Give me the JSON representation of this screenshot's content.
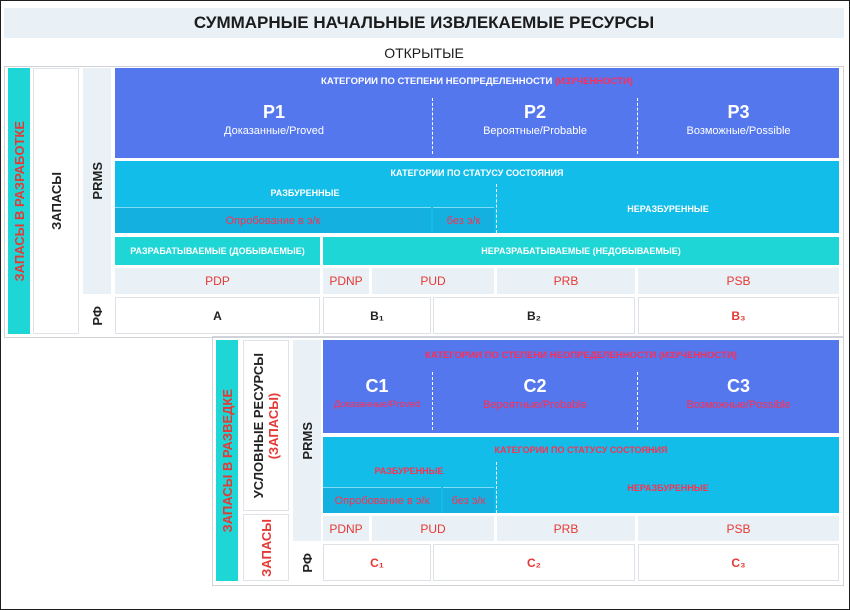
{
  "title": "СУММАРНЫЕ НАЧАЛЬНЫЕ ИЗВЛЕКАЕМЫЕ РЕСУРСЫ",
  "subtitle": "ОТКРЫТЫЕ",
  "colors": {
    "blue": "#5577ee",
    "cyan": "#12bde9",
    "teal": "#1fd6d6",
    "light": "#e9f1f6",
    "red": "#e53935"
  },
  "top": {
    "side_label": "ЗАПАСЫ В РАЗРАБОТКЕ",
    "zapasy": "ЗАПАСЫ",
    "prms": "PRMS",
    "rf": "РФ",
    "uncertainty_header": "КАТЕГОРИИ ПО СТЕПЕНИ НЕОПРЕДЕЛЕННОСТИ",
    "uncertainty_header_red": "(ИЗУЧЕННОСТИ)",
    "p1": {
      "code": "P1",
      "sub": "Доказанные/Proved"
    },
    "p2": {
      "code": "P2",
      "sub": "Вероятные/Probable"
    },
    "p3": {
      "code": "P3",
      "sub": "Возможные/Possible"
    },
    "status_header": "КАТЕГОРИИ ПО СТАТУСУ СОСТОЯНИЯ",
    "drilled": "РАЗБУРЕННЫЕ",
    "undrilled": "НЕРАЗБУРЕННЫЕ",
    "testing": "Опробование в э/к",
    "without": "без э/к",
    "producing": "РАЗРАБАТЫВАЕМЫЕ (ДОБЫВАЕМЫЕ)",
    "nonproducing": "НЕРАЗРАБАТЫВАЕМЫЕ (НЕДОБЫВАЕМЫЕ)",
    "codes": [
      "PDP",
      "PDNP",
      "PUD",
      "PRB",
      "PSB"
    ],
    "rf_codes": [
      "A",
      "B₁",
      "B₂",
      "B₃"
    ]
  },
  "bottom": {
    "side_label": "ЗАПАСЫ В РАЗВЕДКЕ",
    "conditional": "УСЛОВНЫЕ РЕСУРСЫ",
    "conditional_red": "(ЗАПАСЫ)",
    "zapasy": "ЗАПАСЫ",
    "prms": "PRMS",
    "rf": "РФ",
    "uncertainty_header": "КАТЕГОРИИ ПО СТЕПЕНИ НЕОПРЕДЕЛЕННОСТИ (ИЗУЧЕННОСТИ)",
    "c1": {
      "code": "C1",
      "sub": "Доказанные/Proved"
    },
    "c2": {
      "code": "C2",
      "sub": "Вероятные/Probable"
    },
    "c3": {
      "code": "C3",
      "sub": "Возможные/Possible"
    },
    "status_header": "КАТЕГОРИИ ПО СТАТУСУ СОСТОЯНИЯ",
    "drilled": "РАЗБУРЕННЫЕ",
    "undrilled": "НЕРАЗБУРЕННЫЕ",
    "testing": "Опробование в э/к",
    "without": "без э/к",
    "codes": [
      "PDNP",
      "PUD",
      "PRB",
      "PSB"
    ],
    "rf_codes": [
      "C₁",
      "C₂",
      "C₃"
    ]
  }
}
